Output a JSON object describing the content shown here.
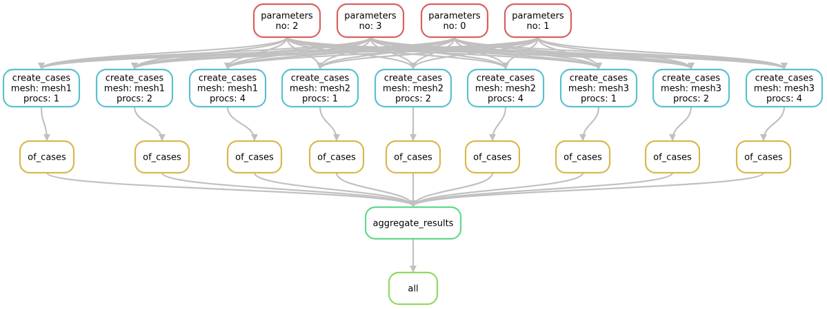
{
  "colors": {
    "edge": "#c0c0c0",
    "parameters": "#d95f5f",
    "create_cases": "#5bc0d0",
    "of_cases": "#d9b84c",
    "aggregate_results": "#5fd98a",
    "all": "#8fd95f"
  },
  "nodes": [
    {
      "id": "p2",
      "kind": "parameters",
      "lines": [
        "parameters",
        "no: 2"
      ]
    },
    {
      "id": "p3",
      "kind": "parameters",
      "lines": [
        "parameters",
        "no: 3"
      ]
    },
    {
      "id": "p0",
      "kind": "parameters",
      "lines": [
        "parameters",
        "no: 0"
      ]
    },
    {
      "id": "p1",
      "kind": "parameters",
      "lines": [
        "parameters",
        "no: 1"
      ]
    },
    {
      "id": "c1",
      "kind": "create_cases",
      "lines": [
        "create_cases",
        "mesh: mesh1",
        "procs: 1"
      ]
    },
    {
      "id": "c2",
      "kind": "create_cases",
      "lines": [
        "create_cases",
        "mesh: mesh1",
        "procs: 2"
      ]
    },
    {
      "id": "c3",
      "kind": "create_cases",
      "lines": [
        "create_cases",
        "mesh: mesh1",
        "procs: 4"
      ]
    },
    {
      "id": "c4",
      "kind": "create_cases",
      "lines": [
        "create_cases",
        "mesh: mesh2",
        "procs: 1"
      ]
    },
    {
      "id": "c5",
      "kind": "create_cases",
      "lines": [
        "create_cases",
        "mesh: mesh2",
        "procs: 2"
      ]
    },
    {
      "id": "c6",
      "kind": "create_cases",
      "lines": [
        "create_cases",
        "mesh: mesh2",
        "procs: 4"
      ]
    },
    {
      "id": "c7",
      "kind": "create_cases",
      "lines": [
        "create_cases",
        "mesh: mesh3",
        "procs: 1"
      ]
    },
    {
      "id": "c8",
      "kind": "create_cases",
      "lines": [
        "create_cases",
        "mesh: mesh3",
        "procs: 2"
      ]
    },
    {
      "id": "c9",
      "kind": "create_cases",
      "lines": [
        "create_cases",
        "mesh: mesh3",
        "procs: 4"
      ]
    },
    {
      "id": "o1",
      "kind": "of_cases",
      "lines": [
        "of_cases"
      ]
    },
    {
      "id": "o2",
      "kind": "of_cases",
      "lines": [
        "of_cases"
      ]
    },
    {
      "id": "o3",
      "kind": "of_cases",
      "lines": [
        "of_cases"
      ]
    },
    {
      "id": "o4",
      "kind": "of_cases",
      "lines": [
        "of_cases"
      ]
    },
    {
      "id": "o5",
      "kind": "of_cases",
      "lines": [
        "of_cases"
      ]
    },
    {
      "id": "o6",
      "kind": "of_cases",
      "lines": [
        "of_cases"
      ]
    },
    {
      "id": "o7",
      "kind": "of_cases",
      "lines": [
        "of_cases"
      ]
    },
    {
      "id": "o8",
      "kind": "of_cases",
      "lines": [
        "of_cases"
      ]
    },
    {
      "id": "o9",
      "kind": "of_cases",
      "lines": [
        "of_cases"
      ]
    },
    {
      "id": "agg",
      "kind": "aggregate_results",
      "lines": [
        "aggregate_results"
      ]
    },
    {
      "id": "all",
      "kind": "all",
      "lines": [
        "all"
      ]
    }
  ],
  "edges": [
    [
      "p2",
      "c1"
    ],
    [
      "p2",
      "c2"
    ],
    [
      "p2",
      "c3"
    ],
    [
      "p2",
      "c4"
    ],
    [
      "p2",
      "c5"
    ],
    [
      "p2",
      "c6"
    ],
    [
      "p2",
      "c7"
    ],
    [
      "p2",
      "c8"
    ],
    [
      "p2",
      "c9"
    ],
    [
      "p3",
      "c1"
    ],
    [
      "p3",
      "c2"
    ],
    [
      "p3",
      "c3"
    ],
    [
      "p3",
      "c4"
    ],
    [
      "p3",
      "c5"
    ],
    [
      "p3",
      "c6"
    ],
    [
      "p3",
      "c7"
    ],
    [
      "p3",
      "c8"
    ],
    [
      "p3",
      "c9"
    ],
    [
      "p0",
      "c1"
    ],
    [
      "p0",
      "c2"
    ],
    [
      "p0",
      "c3"
    ],
    [
      "p0",
      "c4"
    ],
    [
      "p0",
      "c5"
    ],
    [
      "p0",
      "c6"
    ],
    [
      "p0",
      "c7"
    ],
    [
      "p0",
      "c8"
    ],
    [
      "p0",
      "c9"
    ],
    [
      "p1",
      "c1"
    ],
    [
      "p1",
      "c2"
    ],
    [
      "p1",
      "c3"
    ],
    [
      "p1",
      "c4"
    ],
    [
      "p1",
      "c5"
    ],
    [
      "p1",
      "c6"
    ],
    [
      "p1",
      "c7"
    ],
    [
      "p1",
      "c8"
    ],
    [
      "p1",
      "c9"
    ],
    [
      "c1",
      "o1"
    ],
    [
      "c2",
      "o2"
    ],
    [
      "c3",
      "o3"
    ],
    [
      "c4",
      "o4"
    ],
    [
      "c5",
      "o5"
    ],
    [
      "c6",
      "o6"
    ],
    [
      "c7",
      "o7"
    ],
    [
      "c8",
      "o8"
    ],
    [
      "c9",
      "o9"
    ],
    [
      "o1",
      "agg"
    ],
    [
      "o2",
      "agg"
    ],
    [
      "o3",
      "agg"
    ],
    [
      "o4",
      "agg"
    ],
    [
      "o5",
      "agg"
    ],
    [
      "o6",
      "agg"
    ],
    [
      "o7",
      "agg"
    ],
    [
      "o8",
      "agg"
    ],
    [
      "o9",
      "agg"
    ],
    [
      "agg",
      "all"
    ]
  ]
}
